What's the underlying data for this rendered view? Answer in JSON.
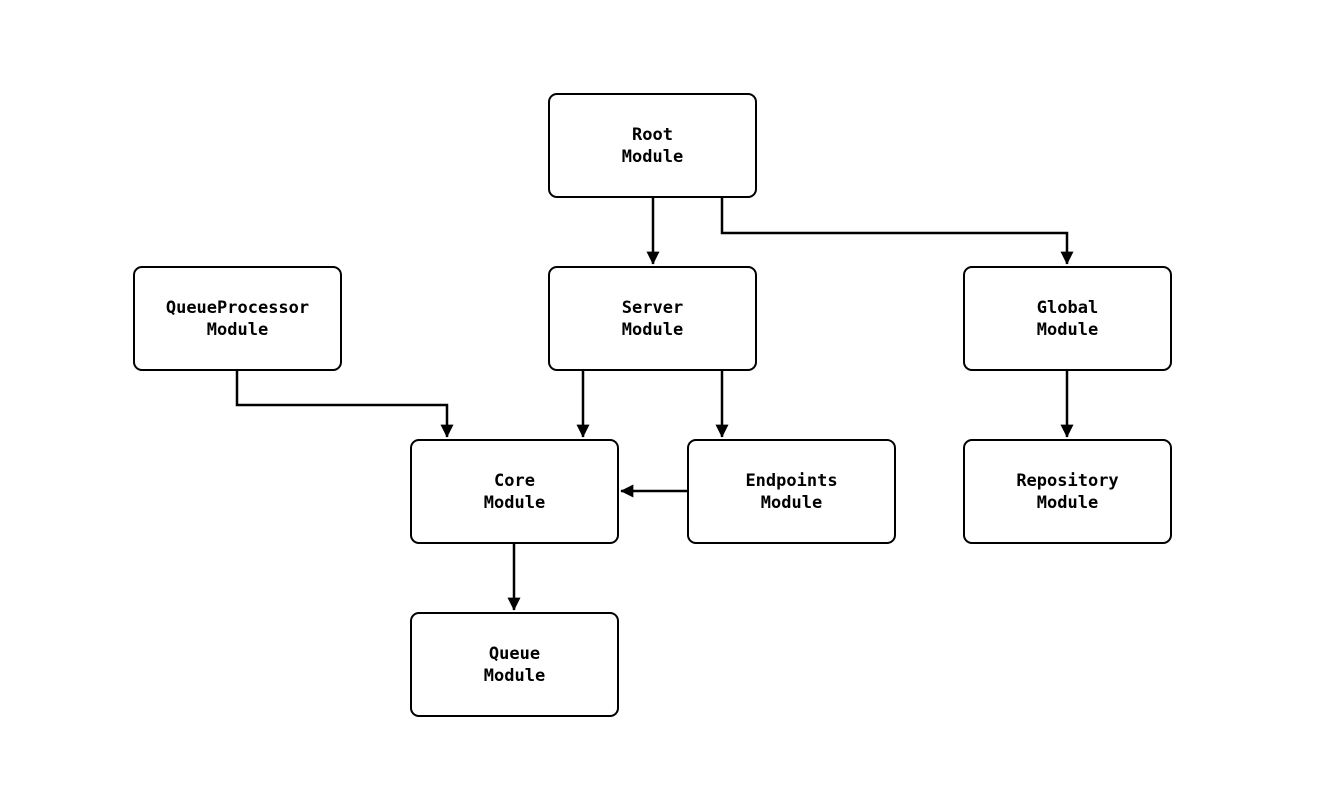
{
  "diagram": {
    "type": "module-dependency-graph",
    "nodes": {
      "root": {
        "line1": "Root",
        "line2": "Module"
      },
      "server": {
        "line1": "Server",
        "line2": "Module"
      },
      "queueprocessor": {
        "line1": "QueueProcessor",
        "line2": "Module"
      },
      "global": {
        "line1": "Global",
        "line2": "Module"
      },
      "core": {
        "line1": "Core",
        "line2": "Module"
      },
      "endpoints": {
        "line1": "Endpoints",
        "line2": "Module"
      },
      "repository": {
        "line1": "Repository",
        "line2": "Module"
      },
      "queue": {
        "line1": "Queue",
        "line2": "Module"
      }
    },
    "edges": [
      {
        "from": "Root Module",
        "to": "Server Module"
      },
      {
        "from": "Root Module",
        "to": "Global Module"
      },
      {
        "from": "QueueProcessor Module",
        "to": "Core Module"
      },
      {
        "from": "Server Module",
        "to": "Core Module"
      },
      {
        "from": "Server Module",
        "to": "Endpoints Module"
      },
      {
        "from": "Endpoints Module",
        "to": "Core Module"
      },
      {
        "from": "Global Module",
        "to": "Repository Module"
      },
      {
        "from": "Core Module",
        "to": "Queue Module"
      }
    ],
    "colors": {
      "background": "#ffffff",
      "node_fill": "#ffffff",
      "node_border": "#000000",
      "edge": "#000000",
      "text": "#000000"
    }
  }
}
